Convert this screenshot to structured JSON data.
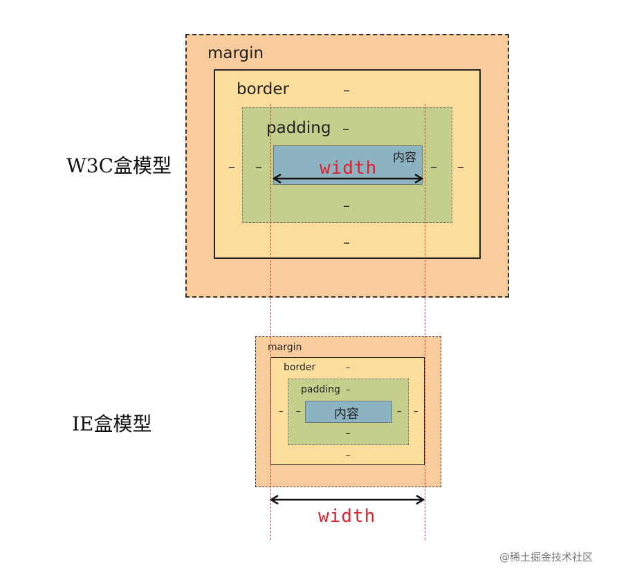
{
  "w3c": {
    "title": "W3C盒模型",
    "margin_label": "margin",
    "border_label": "border",
    "padding_label": "padding",
    "content_label": "内容",
    "width_label": "width",
    "dash": "–"
  },
  "ie": {
    "title": "IE盒模型",
    "margin_label": "margin",
    "border_label": "border",
    "padding_label": "padding",
    "content_label": "内容",
    "width_label": "width",
    "dash": "–"
  },
  "watermark": "@稀土掘金技术社区",
  "colors": {
    "margin": "#f9cc9d",
    "border": "#fddd9b",
    "padding": "#c3cf8b",
    "content": "#8bb3c1",
    "width_text": "#e0202a",
    "guide_line": "#c2303a"
  }
}
